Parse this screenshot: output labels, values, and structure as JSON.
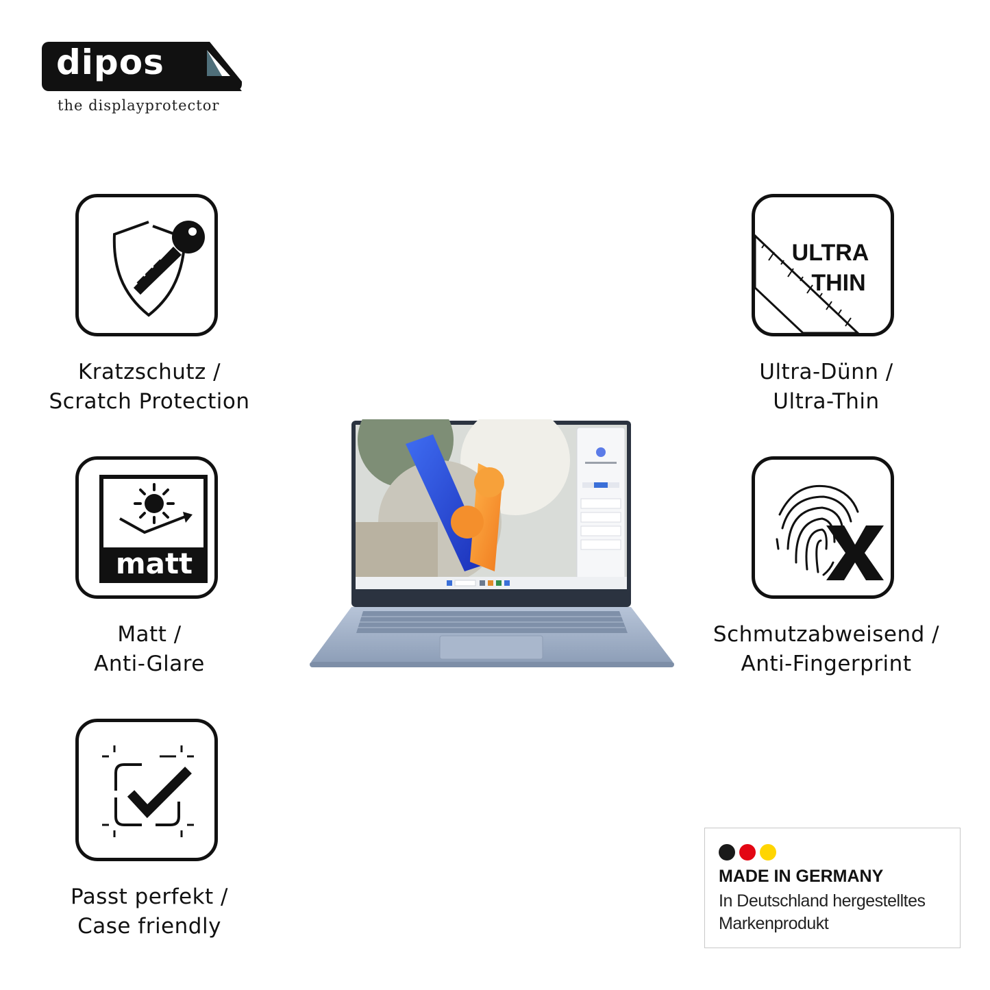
{
  "brand": {
    "name": "dipos",
    "tagline": "the displayprotector"
  },
  "features": [
    {
      "id": "scratch",
      "icon": "shield-key-icon",
      "line1": "Kratzschutz /",
      "line2": "Scratch Protection"
    },
    {
      "id": "matt",
      "icon": "matt-sun-icon",
      "icon_text": "matt",
      "line1": "Matt /",
      "line2": "Anti-Glare"
    },
    {
      "id": "fit",
      "icon": "checkmark-frame-icon",
      "line1": "Passt perfekt /",
      "line2": "Case friendly"
    },
    {
      "id": "thin",
      "icon": "ultra-thin-ruler-icon",
      "icon_text_1": "ULTRA",
      "icon_text_2": "THIN",
      "line1": "Ultra-Dünn /",
      "line2": "Ultra-Thin"
    },
    {
      "id": "fingerprint",
      "icon": "fingerprint-x-icon",
      "line1": "Schmutzabweisend /",
      "line2": "Anti-Fingerprint"
    }
  ],
  "badge": {
    "title": "MADE IN GERMANY",
    "line1": "In Deutschland hergestelltes",
    "line2": "Markenprodukt",
    "flag_colors": [
      "#1a1a1a",
      "#e30613",
      "#ffd500"
    ]
  },
  "product": {
    "icon": "laptop-image"
  }
}
